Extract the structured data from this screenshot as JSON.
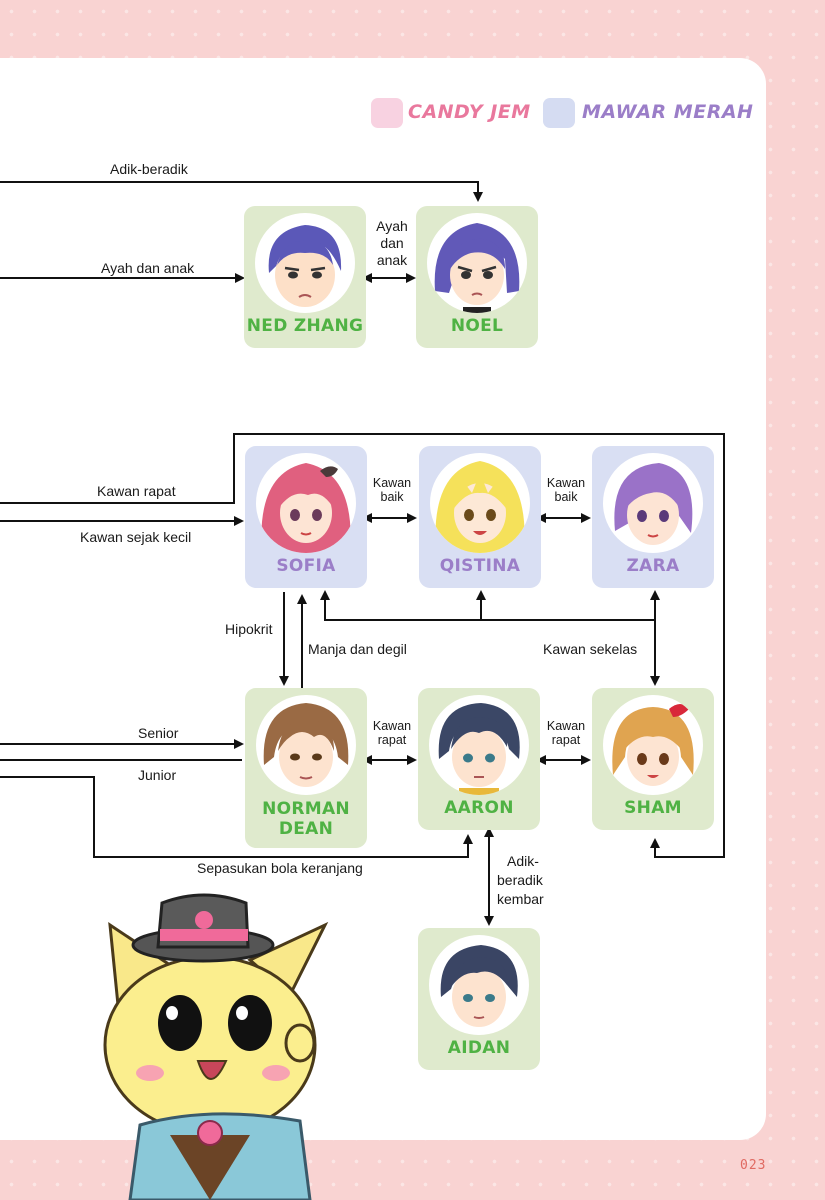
{
  "legend": {
    "items": [
      {
        "label": "CANDY JEM",
        "swatch_color": "#f8d2e1",
        "text_color": "#e9789d"
      },
      {
        "label": "MAWAR MERAH",
        "swatch_color": "#d5dcf2",
        "text_color": "#9b7ec8"
      }
    ]
  },
  "characters": {
    "ned_zhang": {
      "name": "NED ZHANG",
      "group": "green"
    },
    "noel": {
      "name": "NOEL",
      "group": "green"
    },
    "sofia": {
      "name": "SOFIA",
      "group": "purple"
    },
    "qistina": {
      "name": "QISTINA",
      "group": "purple"
    },
    "zara": {
      "name": "ZARA",
      "group": "purple"
    },
    "norman_dean": {
      "name_line1": "NORMAN",
      "name_line2": "DEAN",
      "group": "green"
    },
    "aaron": {
      "name": "AARON",
      "group": "green"
    },
    "sham": {
      "name": "SHAM",
      "group": "green"
    },
    "aidan": {
      "name": "AIDAN",
      "group": "green"
    }
  },
  "relations": {
    "adik_beradik": "Adik-beradik",
    "ayah_dan_anak_left": "Ayah dan anak",
    "ned_noel": [
      "Ayah",
      "dan",
      "anak"
    ],
    "kawan_rapat_left": "Kawan rapat",
    "kawan_sejak_kecil": "Kawan sejak kecil",
    "sofia_qistina": [
      "Kawan",
      "baik"
    ],
    "qistina_zara": [
      "Kawan",
      "baik"
    ],
    "hipokrit": "Hipokrit",
    "manja_dan_degil": "Manja dan degil",
    "kawan_sekelas": "Kawan sekelas",
    "senior": "Senior",
    "junior": "Junior",
    "norman_aaron": [
      "Kawan",
      "rapat"
    ],
    "aaron_sham": [
      "Kawan",
      "rapat"
    ],
    "sepasukan": "Sepasukan bola keranjang",
    "aaron_aidan": [
      "Adik-",
      "beradik",
      "kembar"
    ]
  },
  "page_number": "023"
}
